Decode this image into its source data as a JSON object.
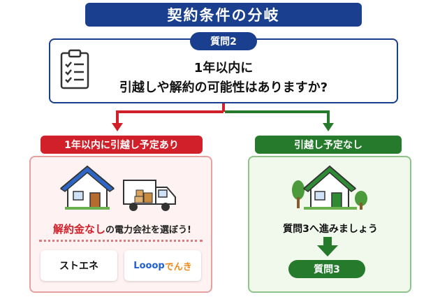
{
  "header": {
    "title": "契約条件の分岐"
  },
  "question": {
    "tag": "質問2",
    "line1": "1年以内に",
    "line2": "引越しや解約の可能性はありますか?",
    "icon": "clipboard-checklist-icon"
  },
  "branch_yes": {
    "label": "1年以内に引越し予定あり",
    "color": "#d1202a",
    "message_highlight": "解約金なし",
    "message_rest": "の電力会社を選ぼう!",
    "icons": [
      "house-icon",
      "moving-truck-icon"
    ],
    "options": [
      {
        "name": "ストエネ"
      },
      {
        "name_part1": "Looop",
        "name_part2": "でんき"
      }
    ]
  },
  "branch_no": {
    "label": "引越し予定なし",
    "color": "#257a2b",
    "message": "質問3へ進みましょう",
    "button": "質問3",
    "icons": [
      "house-with-trees-icon",
      "arrow-down-icon"
    ]
  }
}
